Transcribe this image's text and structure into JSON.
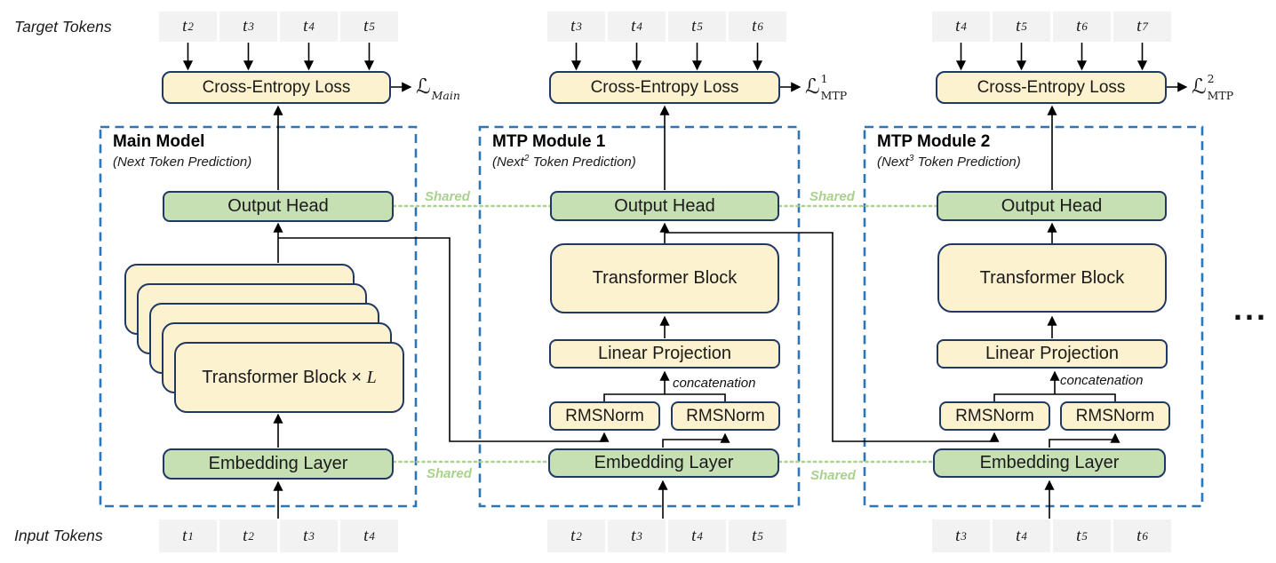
{
  "figure": {
    "target_tokens_label": "Target Tokens",
    "input_tokens_label": "Input Tokens",
    "shared_label": "Shared",
    "ellipsis": "...",
    "colors": {
      "box_fill_yellow": "#FDF2CF",
      "box_fill_green": "#C6E0B4",
      "box_border": "#1F3864",
      "module_dash_border": "#2E75B6",
      "token_fill": "#F2F2F2",
      "shared_green": "#A9D18E",
      "line_black": "#000000"
    }
  },
  "modules": [
    {
      "id": "main",
      "title": "Main Model",
      "subtitle": {
        "prefix": "(Next",
        "sup": "",
        "rest": " Token Prediction)"
      },
      "ce_label": "Cross-Entropy Loss",
      "loss": {
        "base": "ℒ",
        "sup": "",
        "sub": "Main"
      },
      "output_head": "Output Head",
      "stack_label": "Transformer Block ×",
      "stack_var": "L",
      "embedding": "Embedding Layer",
      "target_tokens": [
        {
          "base": "t",
          "sub": "2"
        },
        {
          "base": "t",
          "sub": "3"
        },
        {
          "base": "t",
          "sub": "4"
        },
        {
          "base": "t",
          "sub": "5"
        }
      ],
      "input_tokens": [
        {
          "base": "t",
          "sub": "1"
        },
        {
          "base": "t",
          "sub": "2"
        },
        {
          "base": "t",
          "sub": "3"
        },
        {
          "base": "t",
          "sub": "4"
        }
      ]
    },
    {
      "id": "mtp1",
      "title": "MTP Module 1",
      "subtitle": {
        "prefix": "(Next",
        "sup": "2",
        "rest": " Token Prediction)"
      },
      "ce_label": "Cross-Entropy Loss",
      "loss": {
        "base": "ℒ",
        "sup": "1",
        "sub": "MTP"
      },
      "output_head": "Output Head",
      "transformer_block": "Transformer Block",
      "linear_projection": "Linear Projection",
      "rmsnorm_left": "RMSNorm",
      "rmsnorm_right": "RMSNorm",
      "concatenation": "concatenation",
      "embedding": "Embedding Layer",
      "target_tokens": [
        {
          "base": "t",
          "sub": "3"
        },
        {
          "base": "t",
          "sub": "4"
        },
        {
          "base": "t",
          "sub": "5"
        },
        {
          "base": "t",
          "sub": "6"
        }
      ],
      "input_tokens": [
        {
          "base": "t",
          "sub": "2"
        },
        {
          "base": "t",
          "sub": "3"
        },
        {
          "base": "t",
          "sub": "4"
        },
        {
          "base": "t",
          "sub": "5"
        }
      ]
    },
    {
      "id": "mtp2",
      "title": "MTP Module 2",
      "subtitle": {
        "prefix": "(Next",
        "sup": "3",
        "rest": " Token Prediction)"
      },
      "ce_label": "Cross-Entropy Loss",
      "loss": {
        "base": "ℒ",
        "sup": "2",
        "sub": "MTP"
      },
      "output_head": "Output Head",
      "transformer_block": "Transformer Block",
      "linear_projection": "Linear Projection",
      "rmsnorm_left": "RMSNorm",
      "rmsnorm_right": "RMSNorm",
      "concatenation": "concatenation",
      "embedding": "Embedding Layer",
      "target_tokens": [
        {
          "base": "t",
          "sub": "4"
        },
        {
          "base": "t",
          "sub": "5"
        },
        {
          "base": "t",
          "sub": "6"
        },
        {
          "base": "t",
          "sub": "7"
        }
      ],
      "input_tokens": [
        {
          "base": "t",
          "sub": "3"
        },
        {
          "base": "t",
          "sub": "4"
        },
        {
          "base": "t",
          "sub": "5"
        },
        {
          "base": "t",
          "sub": "6"
        }
      ]
    }
  ]
}
